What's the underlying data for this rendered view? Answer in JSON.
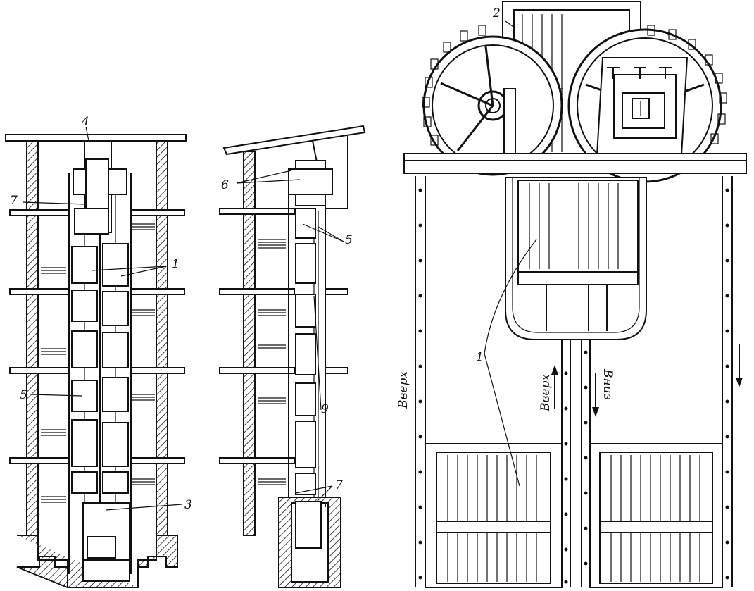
{
  "labels": {
    "view1": {
      "l4": "4",
      "l7": "7",
      "l1": "1",
      "l5": "5",
      "l3": "3"
    },
    "view2": {
      "l6": "6",
      "l5": "5",
      "l9": "9",
      "l7": "7"
    },
    "view3": {
      "l2": "2",
      "l1": "1"
    }
  },
  "directions": {
    "up_left": "Вверх",
    "up_center": "Вверх",
    "down_center": "Вниз"
  }
}
